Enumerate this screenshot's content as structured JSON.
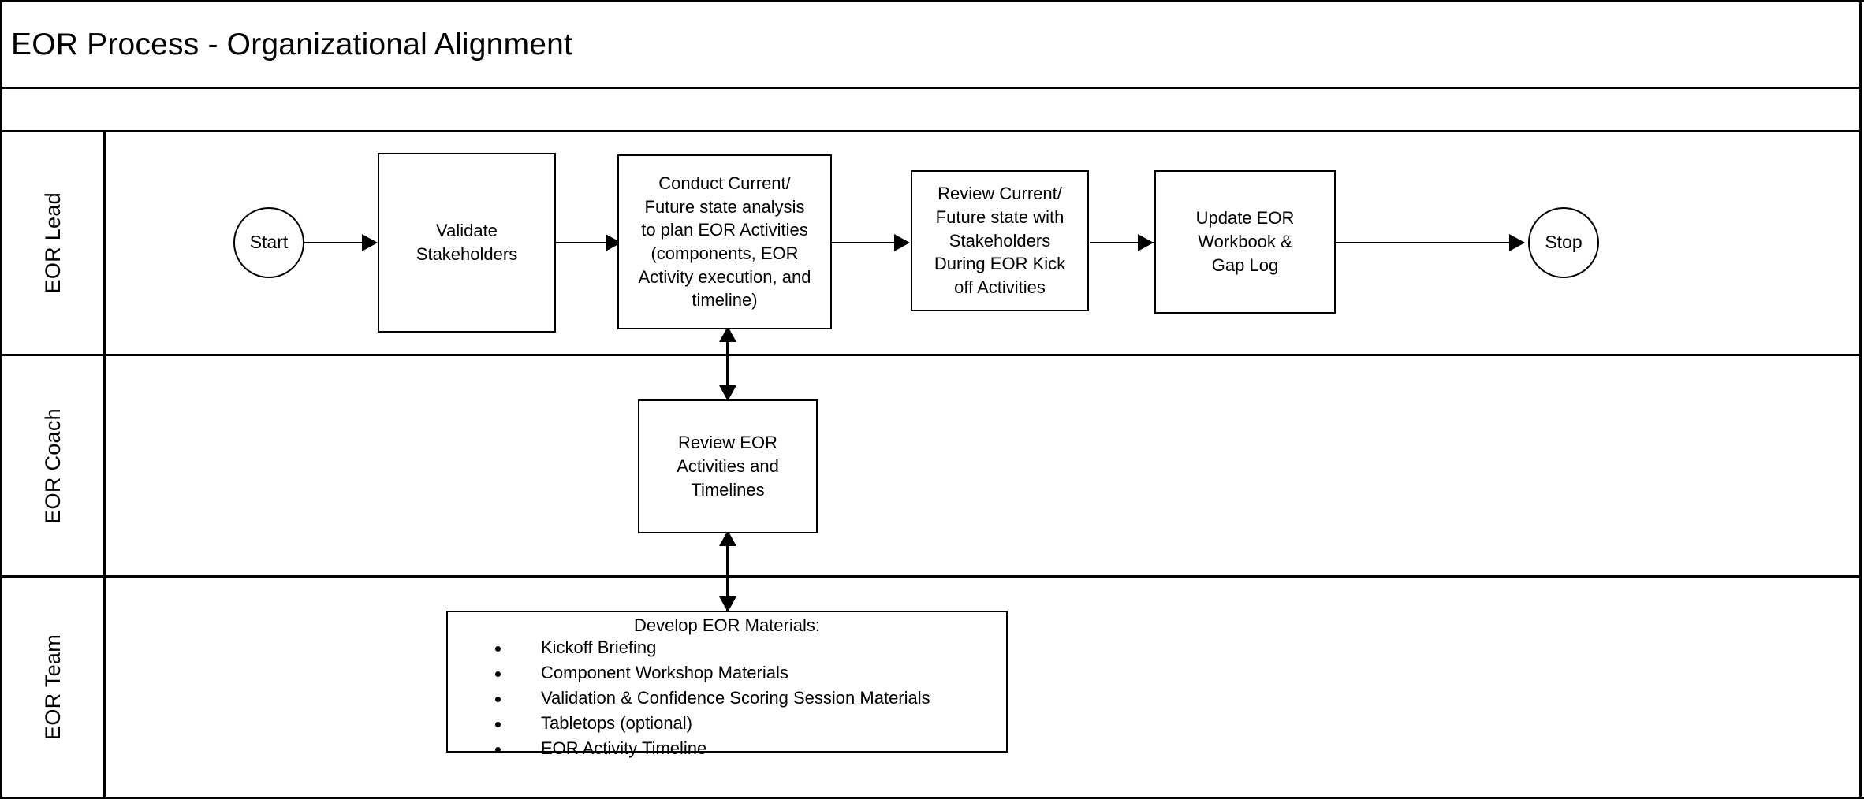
{
  "document": {
    "title": "EOR Process - Organizational Alignment"
  },
  "lanes": [
    {
      "id": "eor-lead",
      "label": "EOR Lead"
    },
    {
      "id": "eor-coach",
      "label": "EOR Coach"
    },
    {
      "id": "eor-team",
      "label": "EOR Team"
    }
  ],
  "nodes": {
    "start": {
      "label": "Start",
      "shape": "terminator",
      "lane": "EOR Lead"
    },
    "validate_stakeholders": {
      "label": "Validate\nStakeholders",
      "shape": "process",
      "lane": "EOR Lead"
    },
    "conduct_analysis": {
      "label": "Conduct Current/\nFuture state analysis\nto plan EOR Activities\n(components, EOR\nActivity execution, and\ntimeline)",
      "shape": "process",
      "lane": "EOR Lead"
    },
    "review_with_stakeholders": {
      "label": "Review Current/\nFuture state with\nStakeholders\nDuring EOR Kick\noff Activities",
      "shape": "process",
      "lane": "EOR Lead"
    },
    "update_workbook": {
      "label": "Update EOR\nWorkbook &\nGap Log",
      "shape": "process",
      "lane": "EOR Lead"
    },
    "stop": {
      "label": "Stop",
      "shape": "terminator",
      "lane": "EOR Lead"
    },
    "review_activities": {
      "label": "Review EOR\nActivities and\nTimelines",
      "shape": "process",
      "lane": "EOR Coach"
    },
    "develop_materials": {
      "heading": "Develop EOR Materials:",
      "shape": "process",
      "lane": "EOR Team",
      "items": [
        "Kickoff Briefing",
        "Component Workshop Materials",
        "Validation & Confidence Scoring Session Materials",
        "Tabletops (optional)",
        "EOR Activity Timeline"
      ]
    }
  },
  "colors": {
    "stroke": "#000000",
    "fill": "#ffffff",
    "text": "#000000"
  }
}
